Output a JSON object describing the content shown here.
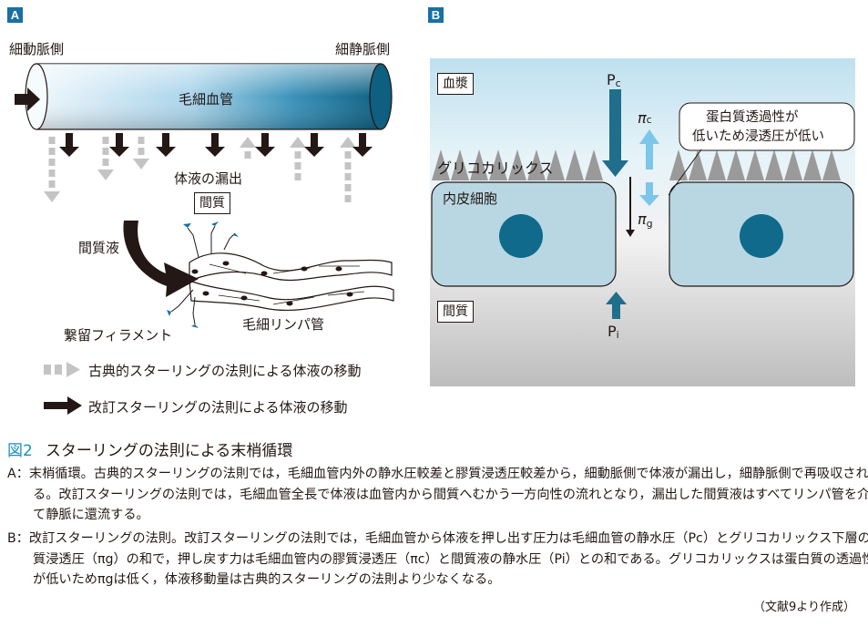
{
  "panel_a": {
    "tag": "A",
    "arteriole_side": "細動脈側",
    "venule_side": "細静脈側",
    "capillary": "毛細血管",
    "leakage": "体液の漏出",
    "interstitium": "間質",
    "interstitial_fluid": "間質液",
    "lymph_capillary": "毛細リンパ管",
    "anchoring_filament": "繋留フィラメント",
    "legend_classic": "古典的スターリングの法則による体液の移動",
    "legend_revised": "改訂スターリングの法則による体液の移動"
  },
  "panel_b": {
    "tag": "B",
    "plasma": "血漿",
    "glycocalyx": "グリコカリックス",
    "endothelial_cell": "内皮細胞",
    "interstitium": "間質",
    "pc_main": "P",
    "pc_sub": "c",
    "pi_main": "P",
    "pi_sub": "i",
    "pic_main": "π",
    "pic_sub": "c",
    "pig_main": "π",
    "pig_sub": "g",
    "callout_line1": "蛋白質透過性が",
    "callout_line2": "低いため浸透圧が低い"
  },
  "caption": {
    "figure_no": "図2",
    "title": "スターリングの法則による末梢循環",
    "a_head": "A：",
    "a_text": "末梢循環。古典的スターリングの法則では，毛細血管内外の静水圧較差と膠質浸透圧較差から，細動脈側で体液が漏出し，細静脈側で再吸収される。改訂スターリングの法則では，毛細血管全長で体液は血管内から間質へむかう一方向性の流れとなり，漏出した間質液はすべてリンパ管を介して静脈に還流する。",
    "b_head": "B：",
    "b_text": "改訂スターリングの法則。改訂スターリングの法則では，毛細血管から体液を押し出す圧力は毛細血管の静水圧（Pc）とグリコカリックス下層の膠質浸透圧（πg）の和で，押し戻す力は毛細血管内の膠質浸透圧（πc）と間質液の静水圧（Pi）との和である。グリコカリックスは蛋白質の透過性が低いためπgは低く，体液移動量は古典的スターリングの法則より少なくなる。",
    "source": "（文献9より作成）"
  },
  "colors": {
    "accent_blue": "#1a6fa3",
    "dark_teal": "#1f6e8c",
    "light_blue": "#7cc6ea",
    "cell_fill": "#b9d7e3",
    "nucleus": "#0f6a8c",
    "glycocalyx_gray": "#9a9a9a",
    "classic_arrow_gray": "#c4c4c4"
  }
}
